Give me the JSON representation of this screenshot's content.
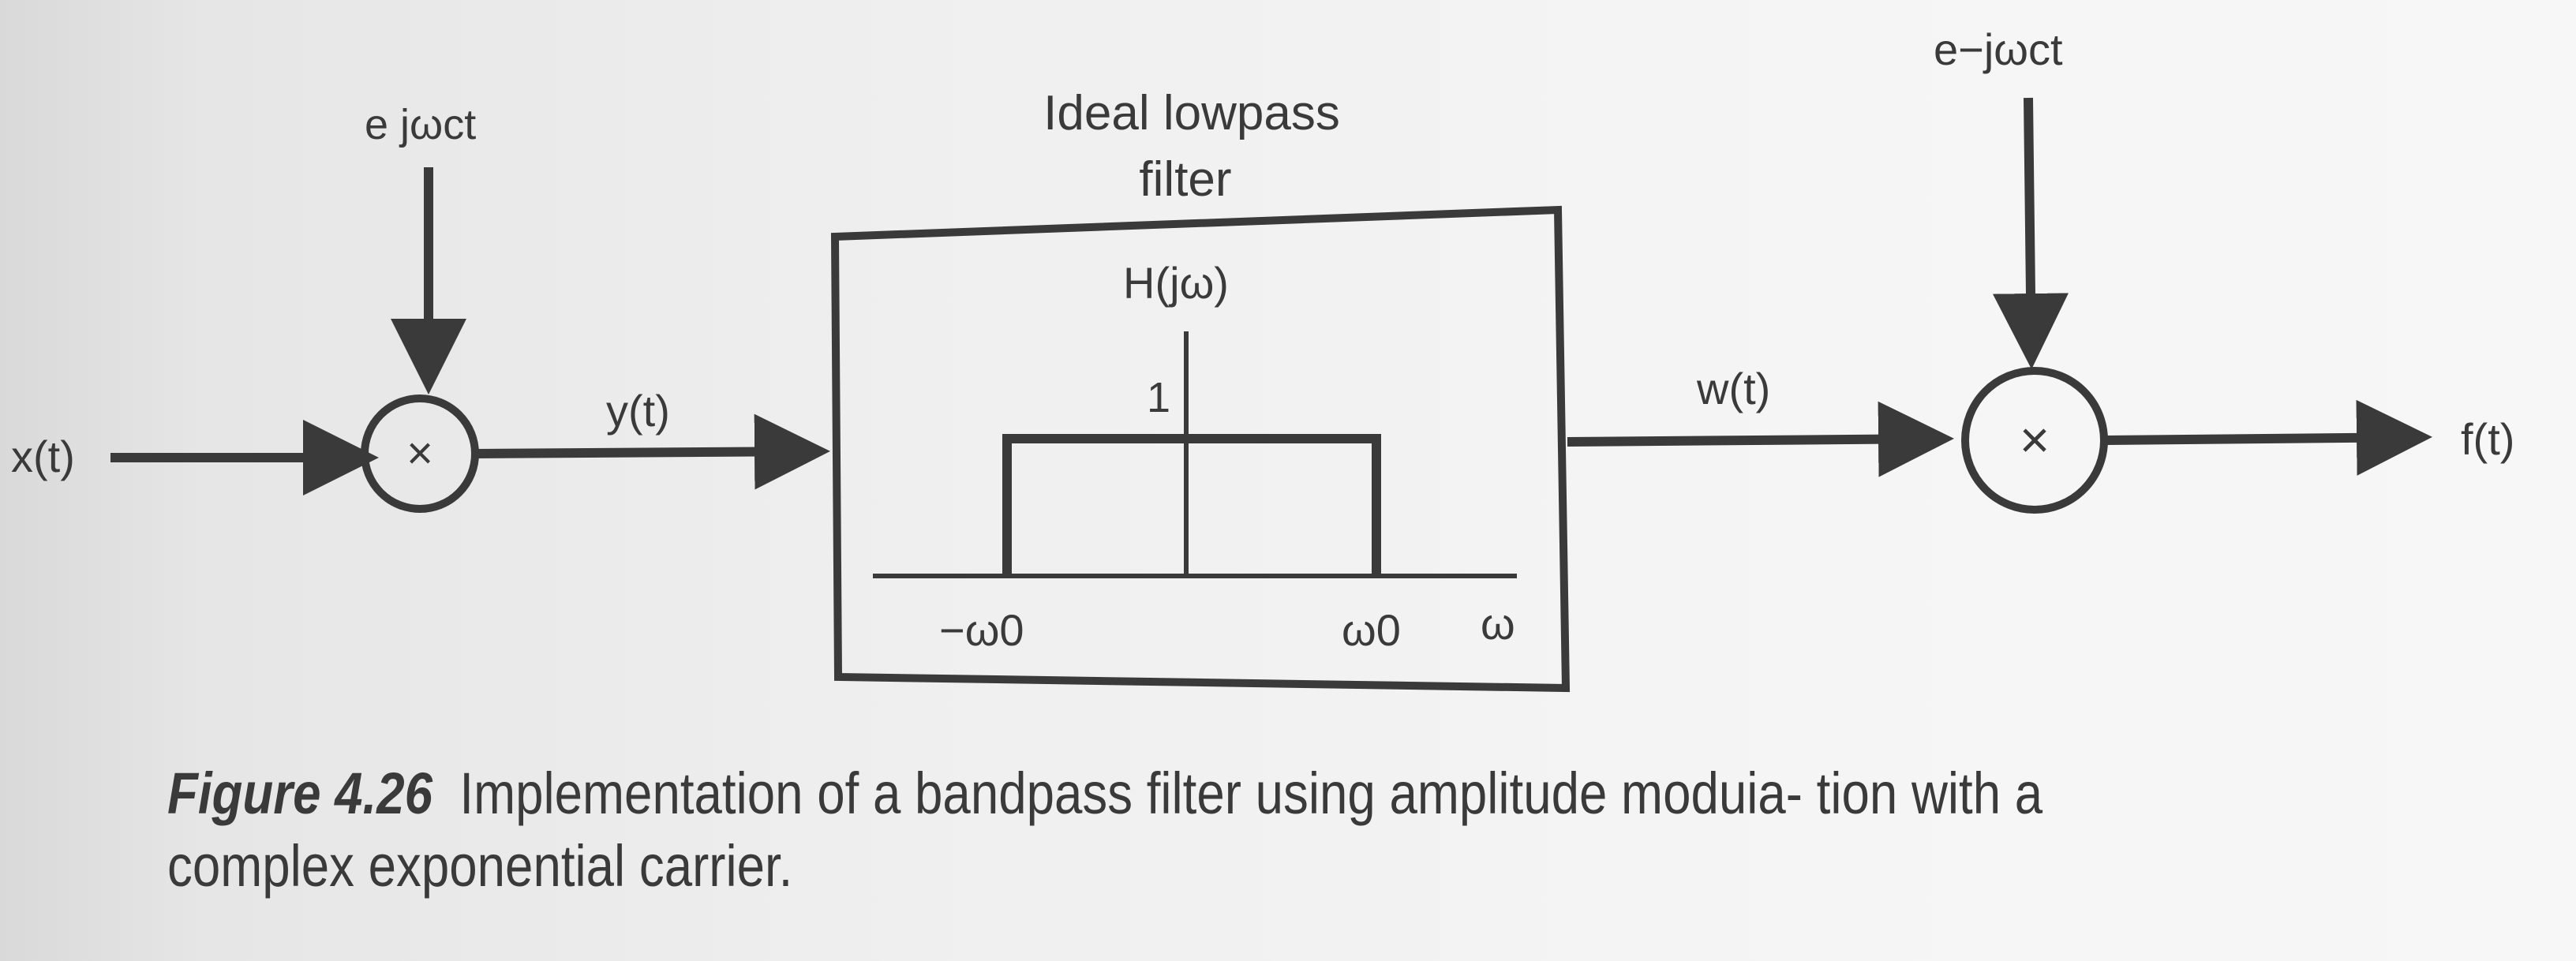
{
  "diagram": {
    "input_label": "x(t)",
    "carrier1_label": "e jωct",
    "product1_symbol": "×",
    "y_label": "y(t)",
    "filter_title_line1": "Ideal lowpass",
    "filter_title_line2": "filter",
    "response_label": "H(jω)",
    "gain_label": "1",
    "neg_cutoff_label": "−ω0",
    "pos_cutoff_label": "ω0",
    "freq_axis_label": "ω",
    "w_label": "w(t)",
    "carrier2_label": "e−jωct",
    "product2_symbol": "×",
    "output_label": "f(t)"
  },
  "caption": {
    "figure_number": "Figure 4.26",
    "text": "Implementation of a bandpass filter using amplitude moduia- tion with a complex exponential carrier."
  },
  "colors": {
    "ink": "#3a3a3a",
    "paper": "#f3f3f3"
  }
}
